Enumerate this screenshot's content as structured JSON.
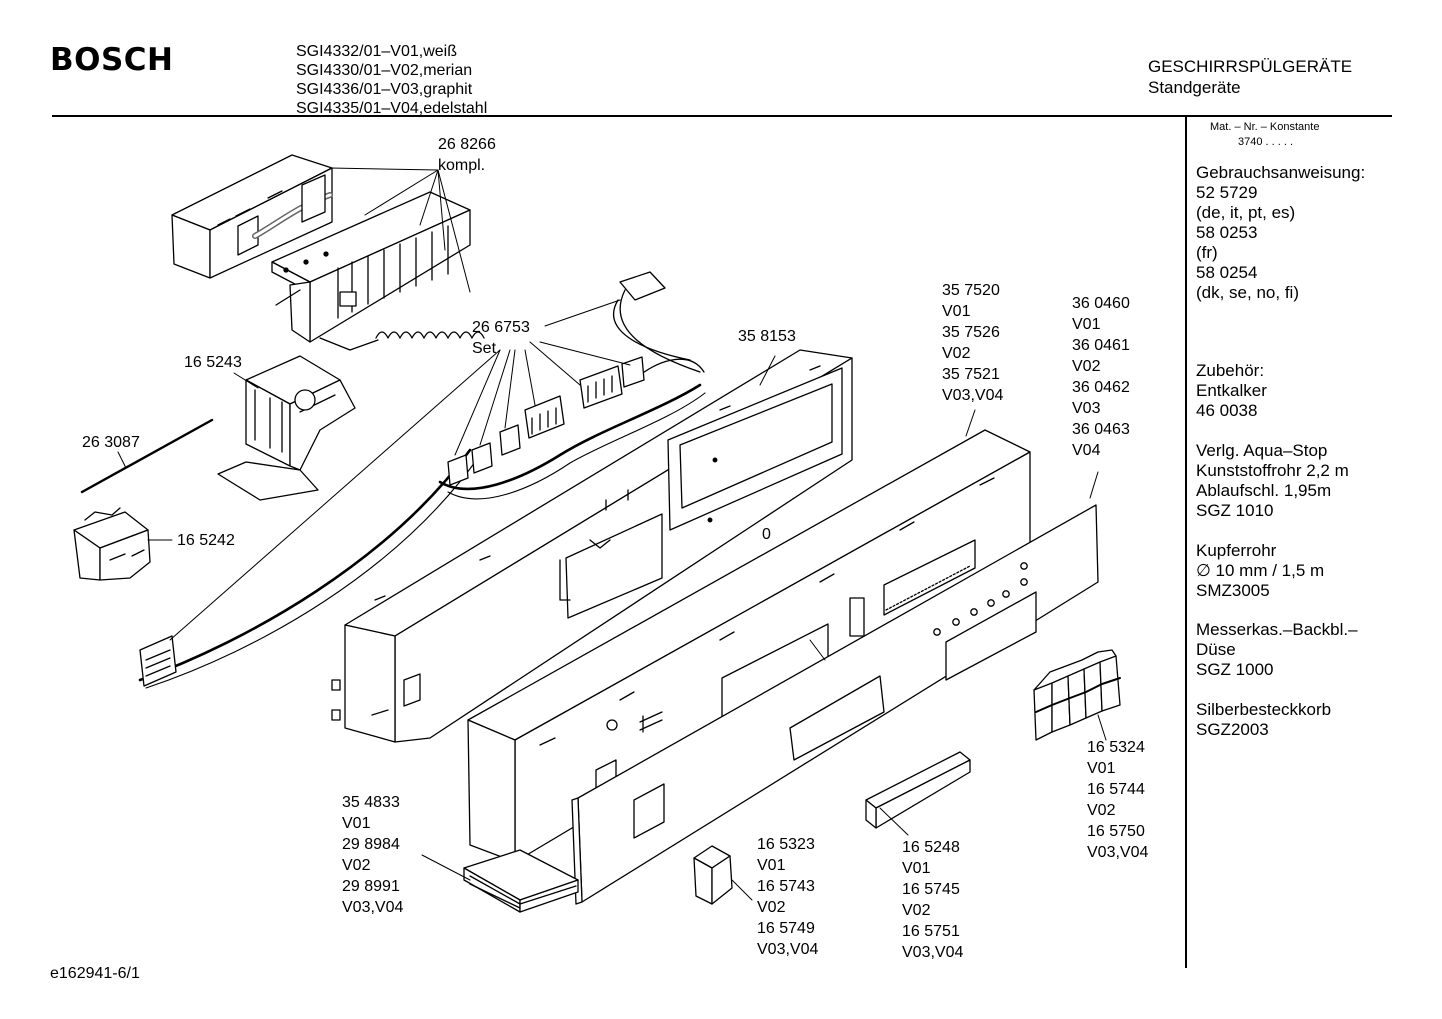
{
  "header": {
    "brand": "BOSCH",
    "models": [
      "SGI4332/01–V01,weiß",
      "SGI4330/01–V02,merian",
      "SGI4336/01–V03,graphit",
      "SGI4335/01–V04,edelstahl"
    ],
    "category": "GESCHIRRSPÜLGERÄTE",
    "subcategory": "Standgeräte"
  },
  "sidebar": {
    "matnr_label": "Mat. – Nr. – Konstante",
    "matnr_value": "3740 .  .  .  .  .",
    "manual": [
      "Gebrauchsanweisung:",
      "52 5729",
      "(de, it, pt, es)",
      "58 0253",
      "(fr)",
      "58 0254",
      "(dk, se, no, fi)"
    ],
    "accessories": [
      "Zubehör:",
      "Entkalker",
      "46 0038"
    ],
    "aquastop": [
      "Verlg. Aqua–Stop",
      "Kunststoffrohr 2,2 m",
      "Ablaufschl. 1,95m",
      "SGZ 1010"
    ],
    "copper": [
      "Kupferrohr",
      "∅ 10 mm / 1,5 m",
      "SMZ3005"
    ],
    "nozzle": [
      "Messerkas.–Backbl.–",
      "Düse",
      "SGZ 1000"
    ],
    "basket": [
      "Silberbesteckkorb",
      "SGZ2003"
    ]
  },
  "parts": {
    "p268266": [
      "26 8266",
      "kompl."
    ],
    "p266753": [
      "26 6753",
      "Set"
    ],
    "p165243": [
      "16 5243"
    ],
    "p263087": [
      "26 3087"
    ],
    "p165242": [
      "16 5242"
    ],
    "p358153": [
      "35 8153"
    ],
    "p357520": [
      "35 7520",
      "V01",
      "35 7526",
      "V02",
      "35 7521",
      "V03,V04"
    ],
    "p360460": [
      "36 0460",
      "V01",
      "36 0461",
      "V02",
      "36 0462",
      "V03",
      "36 0463",
      "V04"
    ],
    "p354833": [
      "35 4833",
      "V01",
      "29 8984",
      "V02",
      "29 8991",
      "V03,V04"
    ],
    "p165323": [
      "16 5323",
      "V01",
      "16 5743",
      "V02",
      "16 5749",
      "V03,V04"
    ],
    "p165248": [
      "16 5248",
      "V01",
      "16 5745",
      "V02",
      "16 5751",
      "V03,V04"
    ],
    "p165324": [
      "16 5324",
      "V01",
      "16 5744",
      "V02",
      "16 5750",
      "V03,V04"
    ],
    "zero_mark": "0"
  },
  "footer": {
    "code": "e162941-6/1"
  }
}
